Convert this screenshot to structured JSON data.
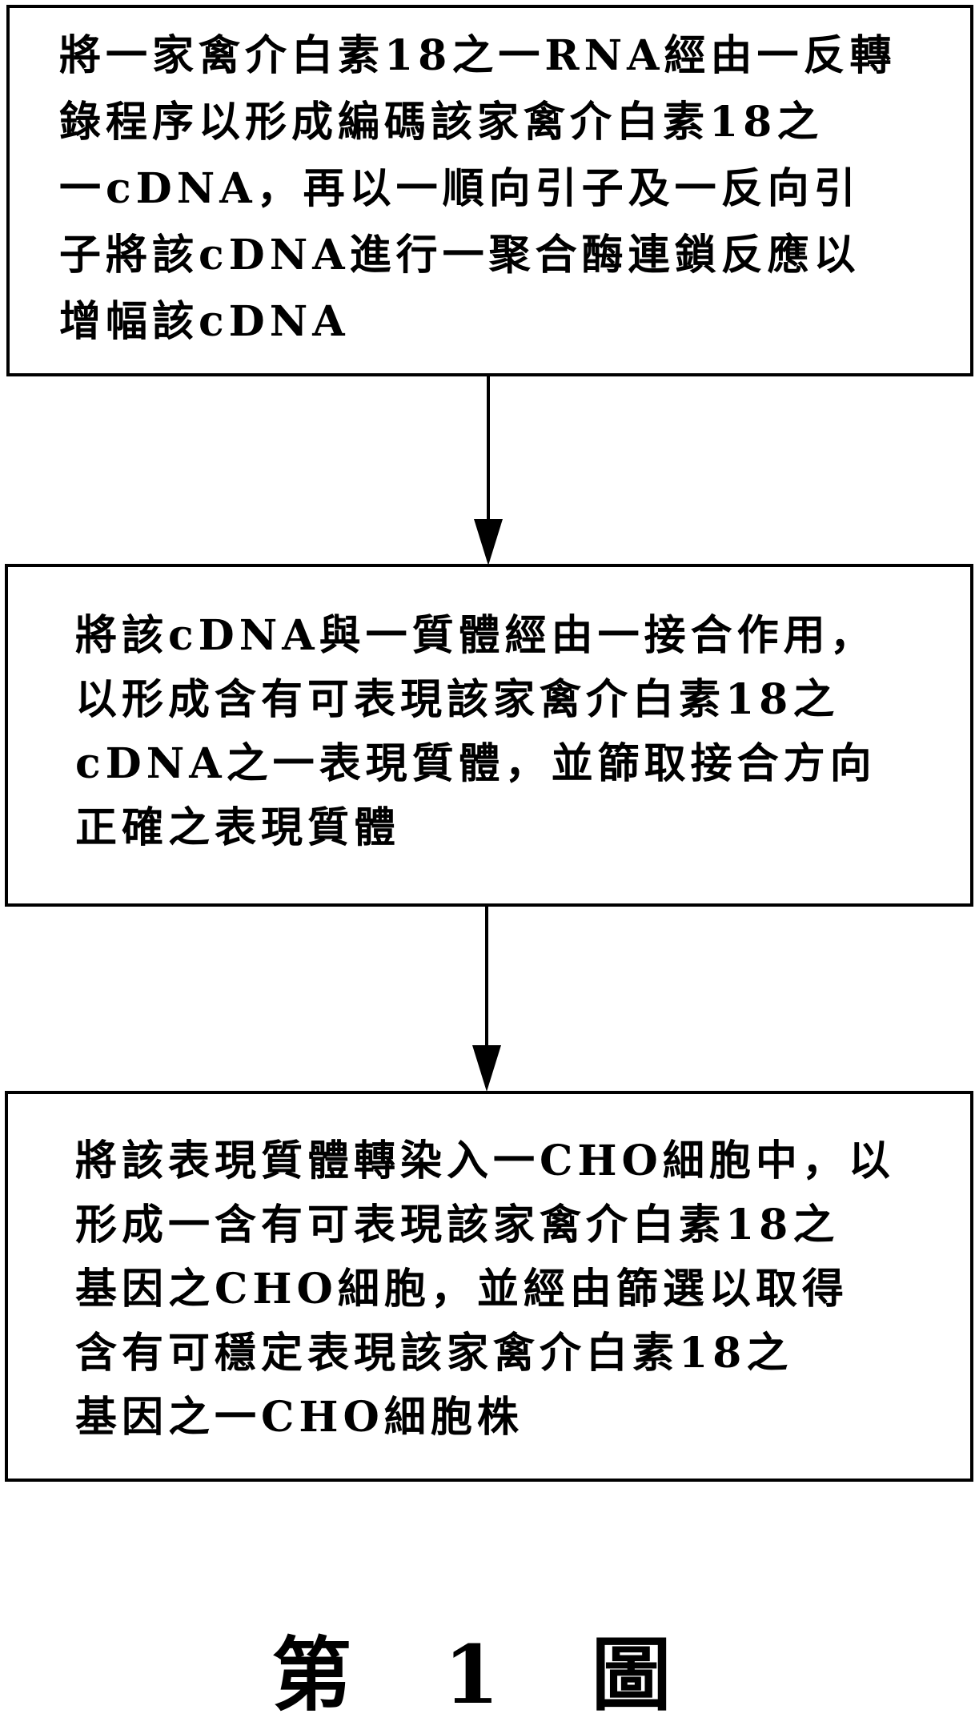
{
  "steps": [
    {
      "lines": [
        "將一家禽介白素18之一RNA經由一反轉",
        "錄程序以形成編碼該家禽介白素18之",
        "一cDNA，再以一順向引子及一反向引",
        "子將該cDNA進行一聚合酶連鎖反應以",
        "增幅該cDNA"
      ]
    },
    {
      "lines": [
        "將該cDNA與一質體經由一接合作用，",
        "以形成含有可表現該家禽介白素18之",
        "cDNA之一表現質體，並篩取接合方向",
        "正確之表現質體"
      ]
    },
    {
      "lines": [
        "將該表現質體轉染入一CHO細胞中，以",
        "形成一含有可表現該家禽介白素18之",
        "基因之CHO細胞，並經由篩選以取得",
        "含有可穩定表現該家禽介白素18之",
        "基因之一CHO細胞株"
      ]
    }
  ],
  "caption": "第 1 圖"
}
